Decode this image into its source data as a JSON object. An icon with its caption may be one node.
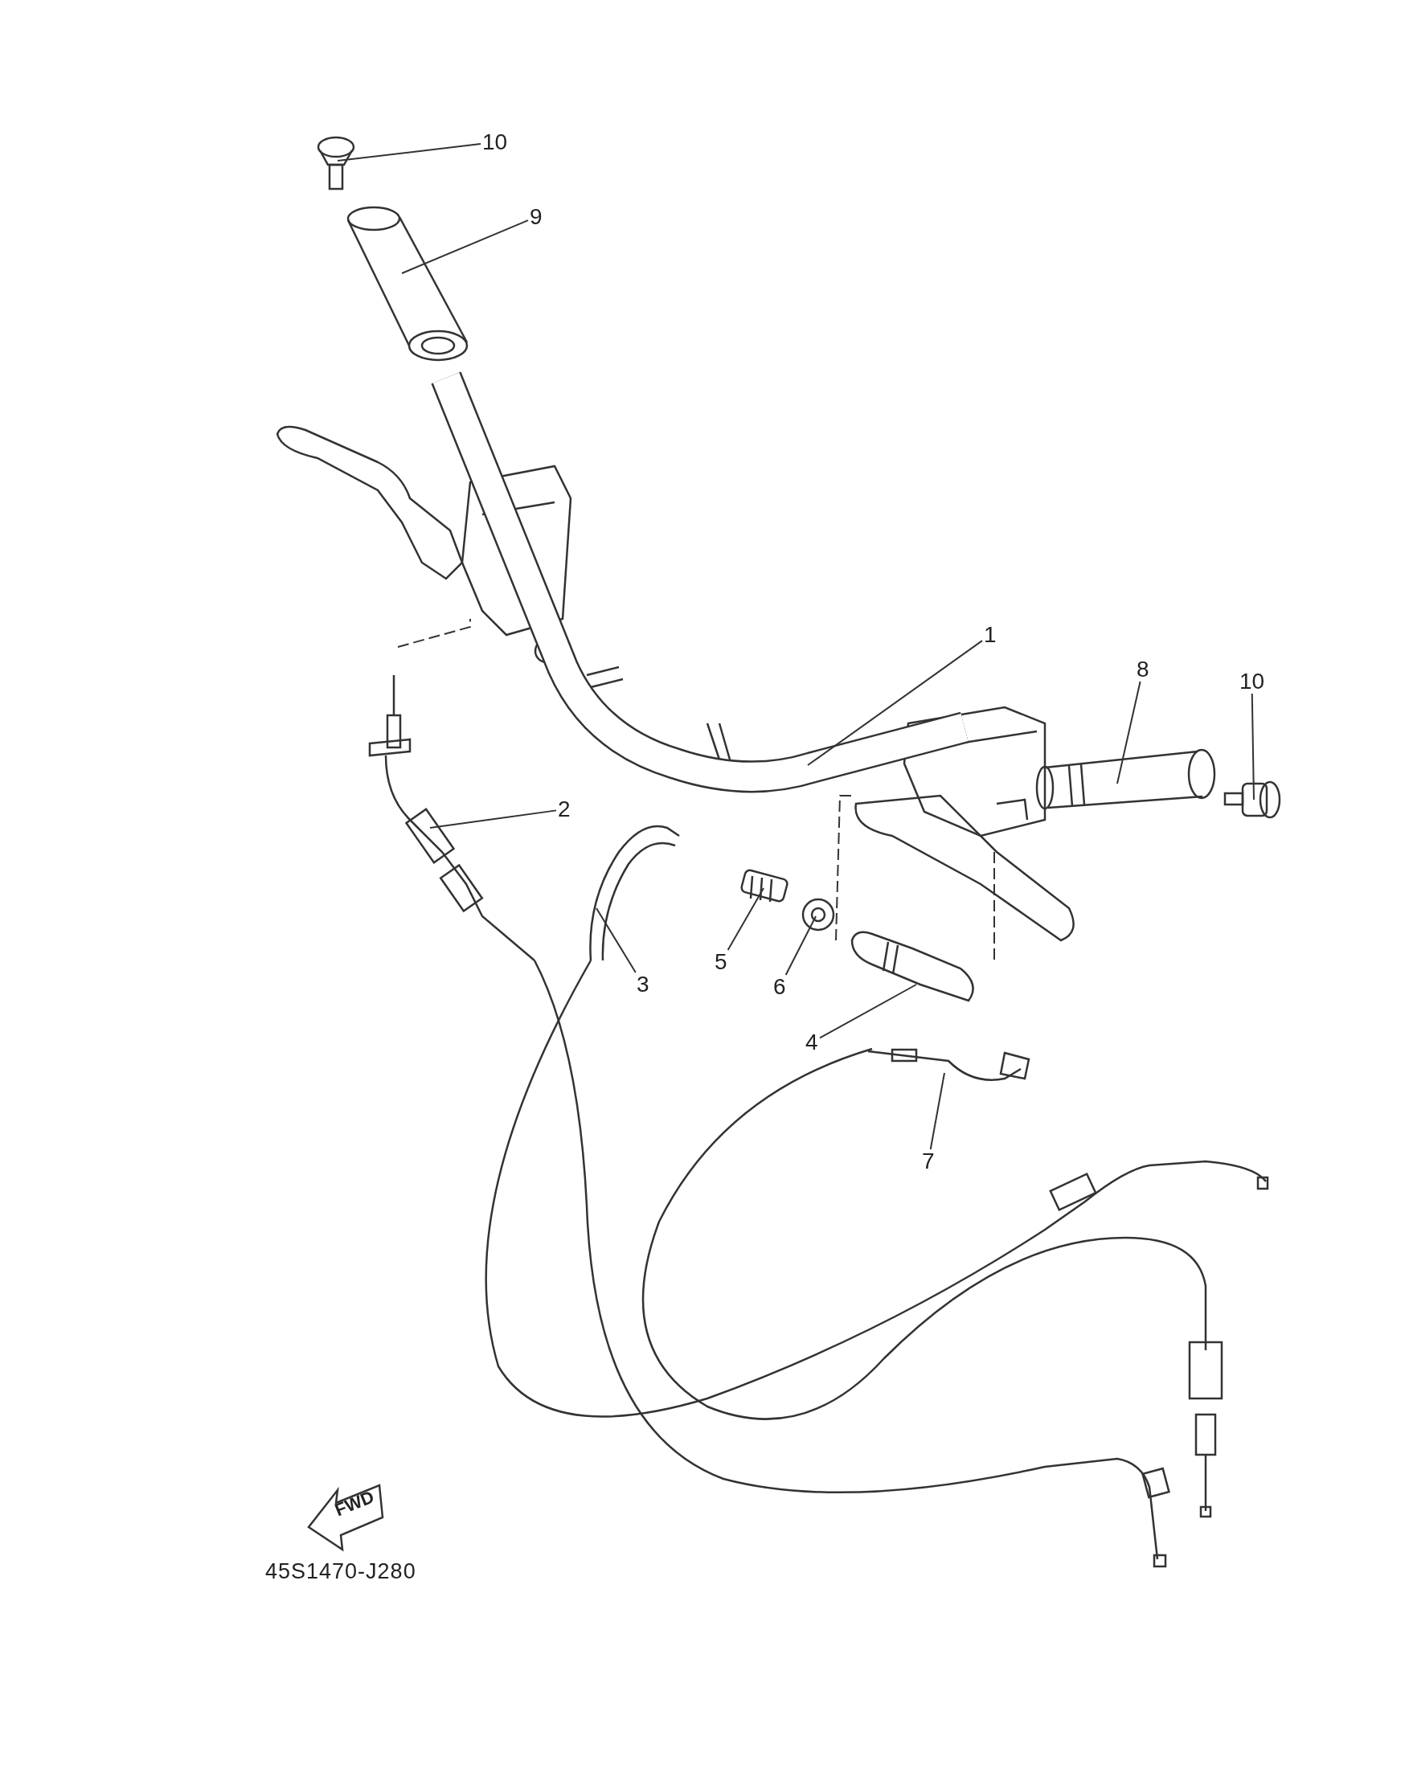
{
  "diagram": {
    "nodes": [
      {
        "text": [
          "10"
        ]
      },
      {
        "text": [
          "9"
        ]
      },
      {
        "text": [
          "1"
        ]
      },
      {
        "text": [
          "8"
        ]
      },
      {
        "text": [
          "10"
        ]
      },
      {
        "text": [
          "2"
        ]
      },
      {
        "text": [
          "3"
        ]
      },
      {
        "text": [
          "5"
        ]
      },
      {
        "text": [
          "6"
        ]
      },
      {
        "text": [
          "4"
        ]
      },
      {
        "text": [
          "7"
        ]
      },
      {
        "text": [],
        "shape": "picture"
      },
      {
        "text": [],
        "shape": "picture"
      },
      {
        "text": [],
        "shape": "picture"
      },
      {
        "text": [],
        "shape": "picture"
      },
      {
        "text": [],
        "shape": "picture"
      },
      {
        "text": [],
        "shape": "picture"
      },
      {
        "text": [],
        "shape": "picture"
      },
      {
        "text": [],
        "shape": "picture"
      },
      {
        "text": [],
        "shape": "picture"
      },
      {
        "text": [],
        "shape": "picture"
      },
      {
        "text": [],
        "shape": "picture"
      }
    ],
    "edges": [
      {
        "from": 0,
        "to": 11,
        "arrow": "none"
      },
      {
        "from": 1,
        "to": 12,
        "arrow": "none"
      },
      {
        "from": 2,
        "to": 13,
        "arrow": "none"
      },
      {
        "from": 3,
        "to": 14,
        "arrow": "none"
      },
      {
        "from": 4,
        "to": 15,
        "arrow": "none"
      },
      {
        "from": 5,
        "to": 16,
        "arrow": "none"
      },
      {
        "from": 6,
        "to": 17,
        "arrow": "none"
      },
      {
        "from": 7,
        "to": 18,
        "arrow": "none"
      },
      {
        "from": 8,
        "to": 19,
        "arrow": "none"
      },
      {
        "from": 9,
        "to": 20,
        "arrow": "none"
      },
      {
        "from": 10,
        "to": 21,
        "arrow": "none"
      }
    ],
    "labels": [
      "FWD",
      "45S1470-J280"
    ]
  }
}
